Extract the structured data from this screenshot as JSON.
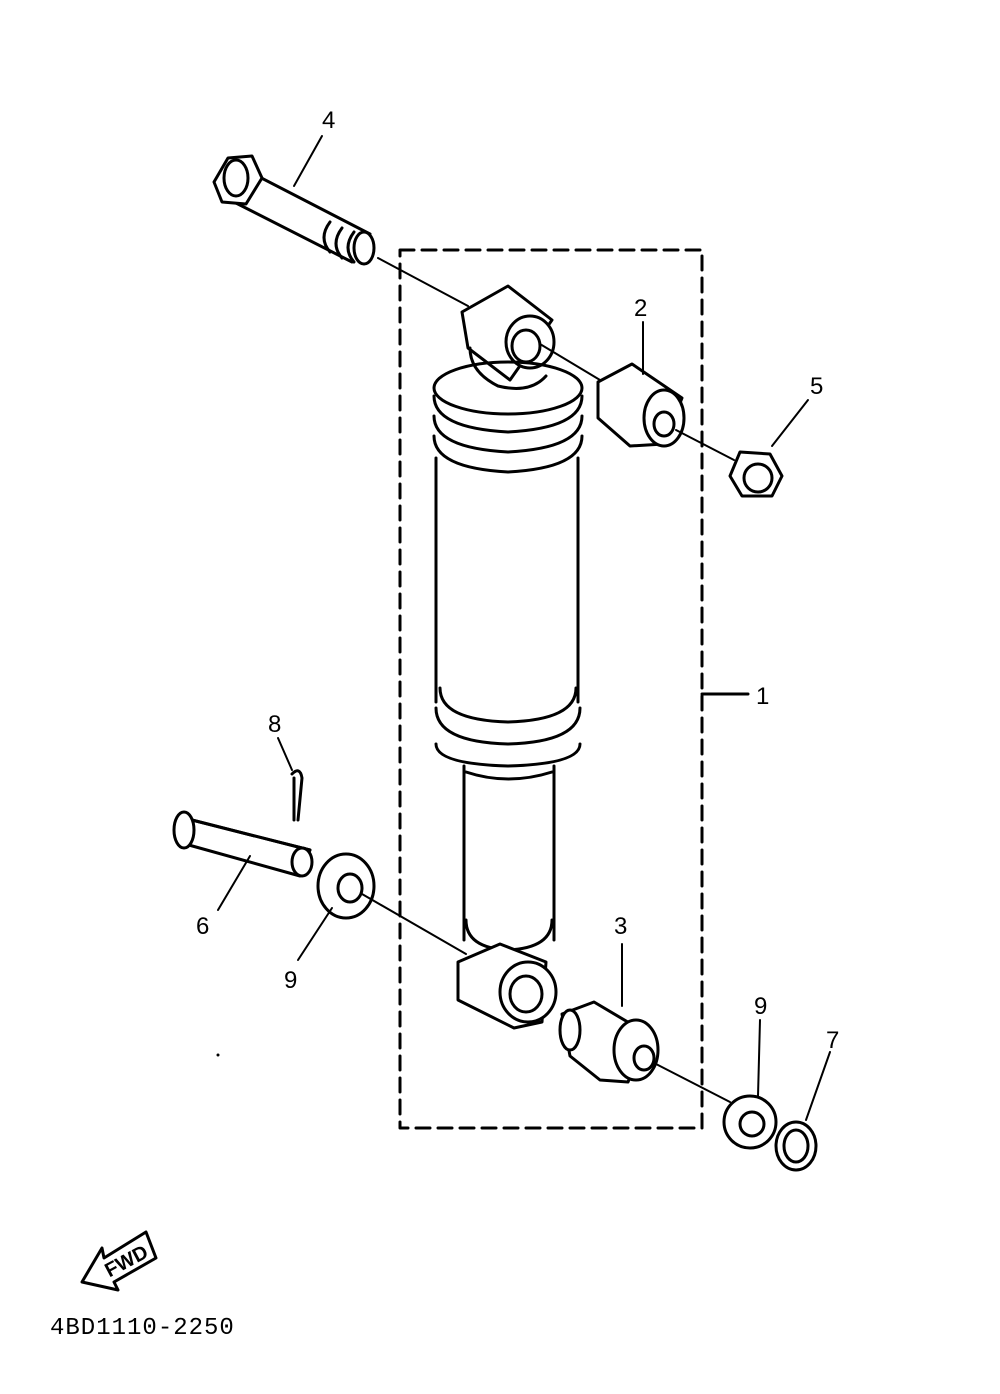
{
  "callouts": {
    "c1": "1",
    "c2": "2",
    "c3": "3",
    "c4": "4",
    "c5": "5",
    "c6": "6",
    "c7": "7",
    "c8": "8",
    "c9a": "9",
    "c9b": "9"
  },
  "forward_badge": "FWD",
  "diagram_code": "4BD1110-2250"
}
